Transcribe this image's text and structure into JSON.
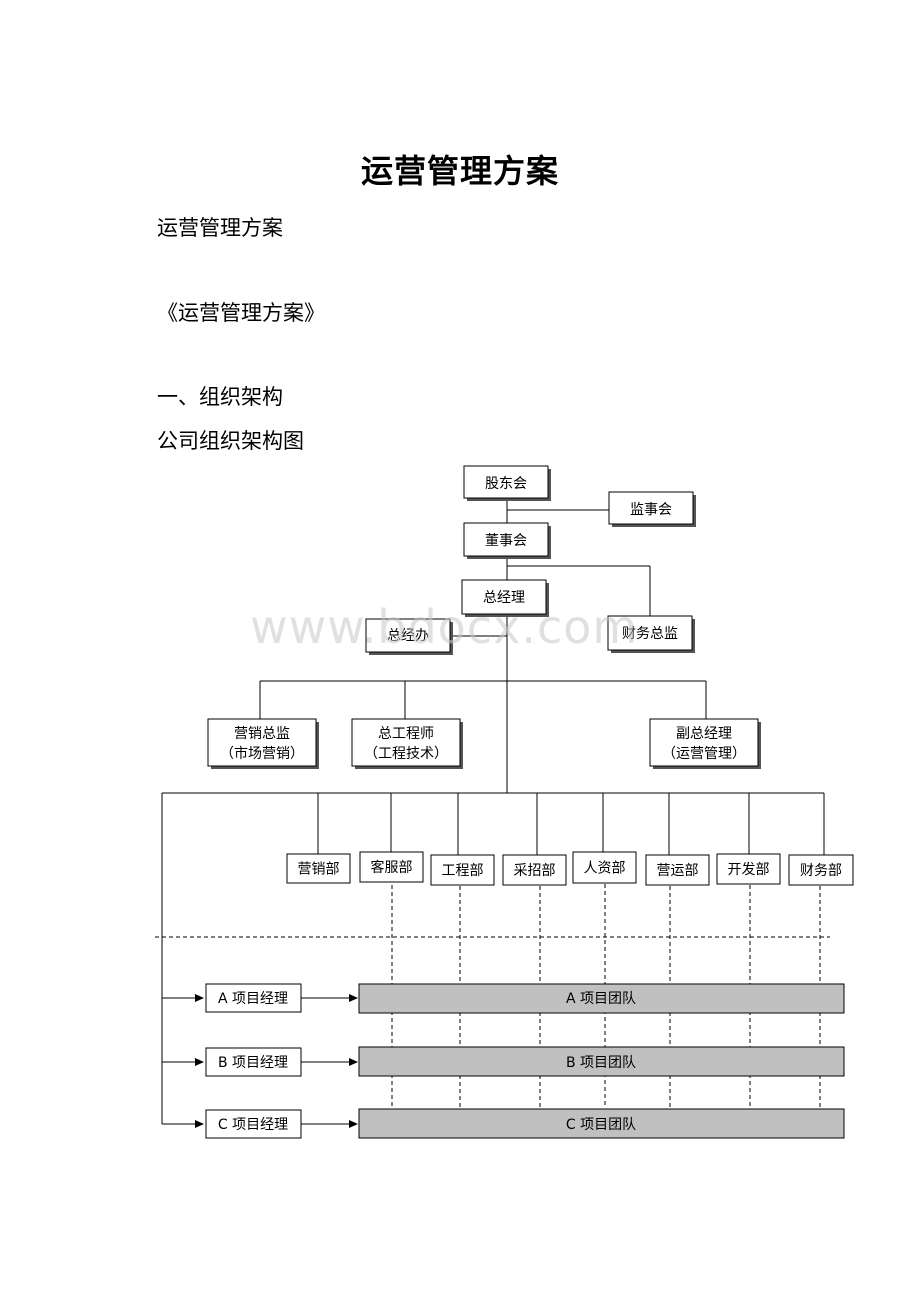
{
  "document": {
    "title": "运营管理方案",
    "paragraphs": [
      "运营管理方案",
      "《运营管理方案》",
      "一、组织架构",
      "公司组织架构图"
    ]
  },
  "watermark": "www.bdocx.com",
  "org_chart": {
    "top": {
      "shareholders": "股东会",
      "supervisors": "监事会",
      "board": "董事会",
      "general_manager": "总经理",
      "gm_office": "总经办",
      "finance_director": "财务总监"
    },
    "executives": [
      {
        "line1": "营销总监",
        "line2": "（市场营销）"
      },
      {
        "line1": "总工程师",
        "line2": "（工程技术）"
      },
      {
        "line1": "副总经理",
        "line2": "（运营管理）"
      }
    ],
    "departments": [
      "营销部",
      "客服部",
      "工程部",
      "采招部",
      "人资部",
      "营运部",
      "开发部",
      "财务部"
    ],
    "project_managers": [
      "A 项目经理",
      "B 项目经理",
      "C 项目经理"
    ],
    "project_teams": [
      "A 项目团队",
      "B 项目团队",
      "C 项目团队"
    ],
    "colors": {
      "team_fill": "#c0c0c0",
      "box_shadow": "#555555",
      "line": "#000000"
    }
  }
}
